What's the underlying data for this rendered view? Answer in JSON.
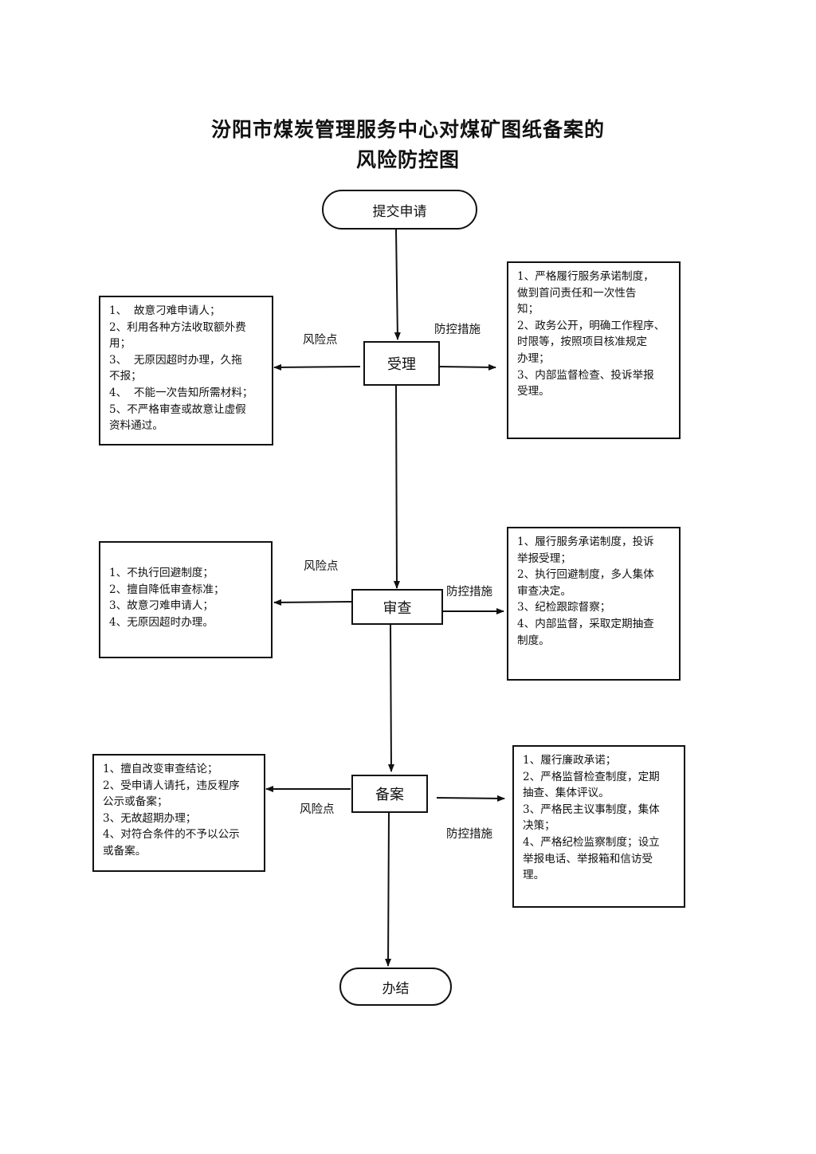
{
  "title": {
    "line1": "汾阳市煤炭管理服务中心对煤矿图纸备案的",
    "line2": "风险防控图"
  },
  "nodes": {
    "start": "提交申请",
    "accept": "受理",
    "review": "审查",
    "record": "备案",
    "end": "办结"
  },
  "labels": {
    "risk": "风险点",
    "control": "防控措施"
  },
  "accept": {
    "risks": [
      "1、  故意刁难申请人；",
      "2、利用各种方法收取额外费",
      "用；",
      "3、  无原因超时办理，久拖",
      "不报；",
      "4、  不能一次告知所需材料；",
      "5、不严格审查或故意让虚假",
      "资料通过。"
    ],
    "controls": [
      "1、严格履行服务承诺制度，",
      "做到首问责任和一次性告",
      "知；",
      "2、政务公开，明确工作程序、",
      "时限等，按照项目核准规定",
      "办理；",
      "3、内部监督检查、投诉举报",
      "受理。"
    ]
  },
  "review": {
    "risks": [
      "1、不执行回避制度；",
      "2、擅自降低审查标准；",
      "3、故意刁难申请人；",
      "4、无原因超时办理。"
    ],
    "controls": [
      "1、履行服务承诺制度，投诉",
      "举报受理；",
      "2、执行回避制度，多人集体",
      "审查决定。",
      "3、纪检跟踪督察；",
      "4、内部监督，采取定期抽查",
      "制度。"
    ]
  },
  "record": {
    "risks": [
      "1、擅自改变审查结论；",
      "2、受申请人请托，违反程序",
      "公示或备案；",
      "3、无故超期办理；",
      "4、对符合条件的不予以公示",
      "或备案。"
    ],
    "controls": [
      "1、履行廉政承诺；",
      "2、严格监督检查制度，定期",
      "抽查、集体评议。",
      "3、严格民主议事制度，集体",
      "决策；",
      "4、严格纪检监察制度；设立",
      "举报电话、举报箱和信访受",
      "理。"
    ]
  }
}
